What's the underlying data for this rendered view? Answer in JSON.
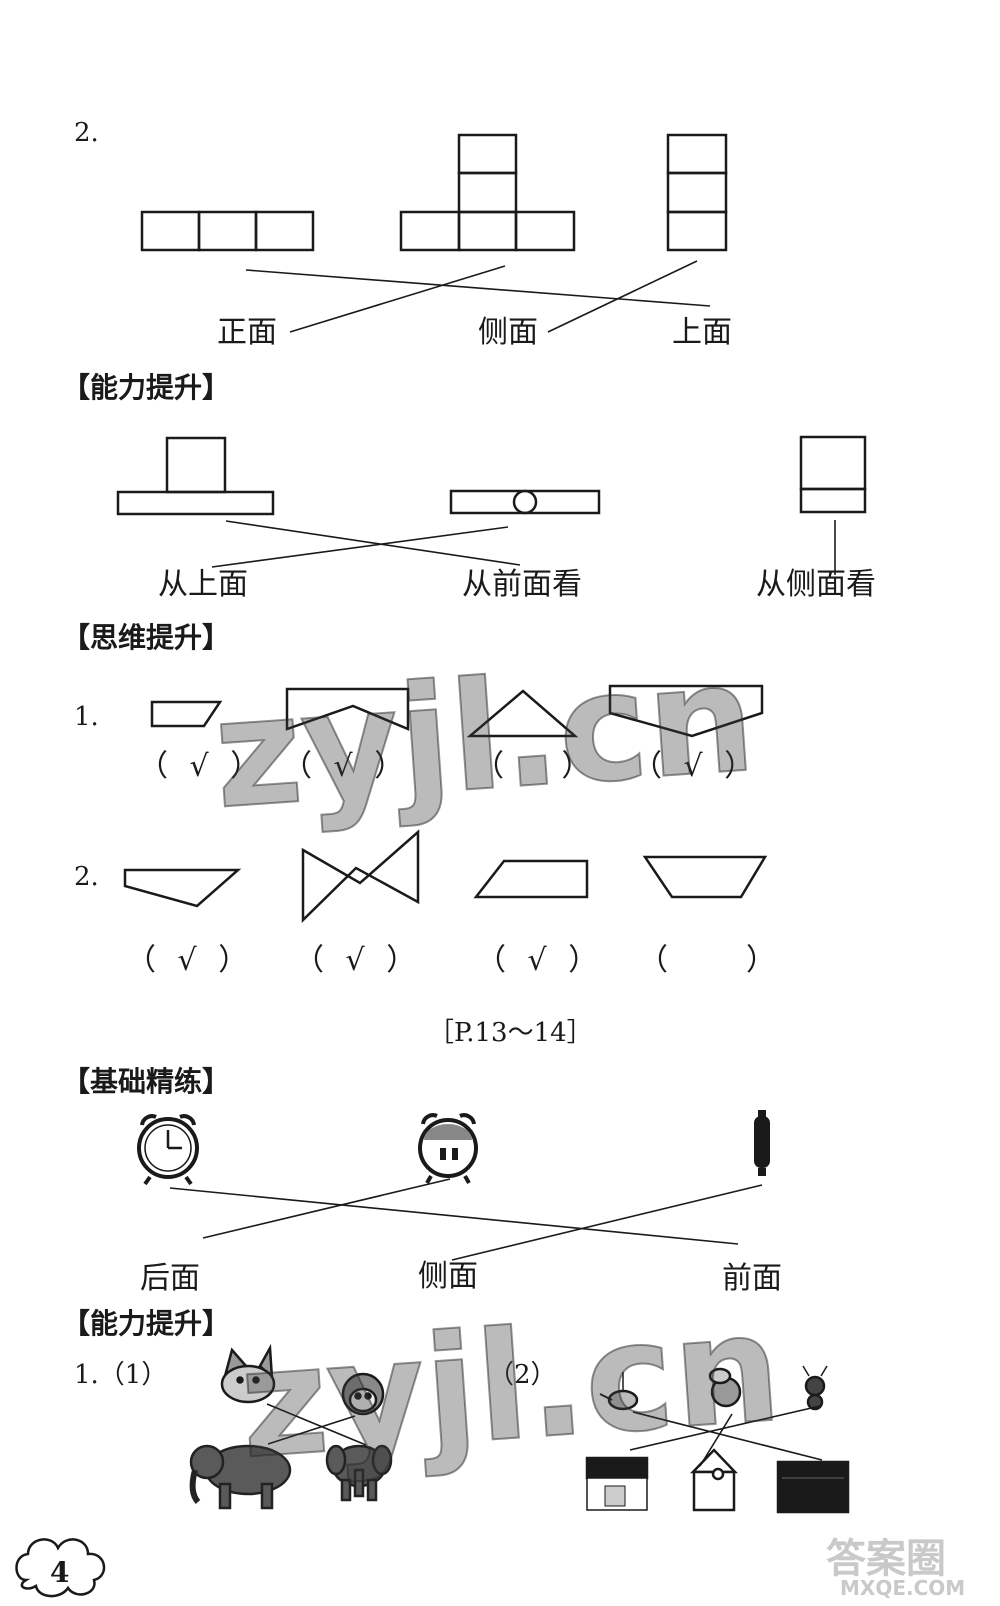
{
  "section_a": {
    "number": "2.",
    "labels": [
      "正面",
      "侧面",
      "上面"
    ]
  },
  "section_b": {
    "header": "【能力提升】",
    "labels": [
      "从上面",
      "从前面看",
      "从侧面看"
    ]
  },
  "section_c": {
    "header": "【思维提升】",
    "row1_number": "1.",
    "row1_answers": [
      "（ √ ）",
      "（ √ ）",
      "（　 ）",
      "（ √ ）"
    ],
    "row2_number": "2.",
    "row2_answers": [
      "（ √ ）",
      "（ √ ）",
      "（ √ ）",
      "（　　）"
    ]
  },
  "page_ref": "［P.13～14］",
  "section_d": {
    "header": "【基础精练】",
    "labels": [
      "后面",
      "侧面",
      "前面"
    ]
  },
  "section_e": {
    "header": "【能力提升】",
    "item1": "1.（1）",
    "item2": "（2）"
  },
  "watermark": "zyjl.cn",
  "page_number": "4",
  "site_mark_cn": "答案圈",
  "site_mark_en": "MXQE.COM"
}
